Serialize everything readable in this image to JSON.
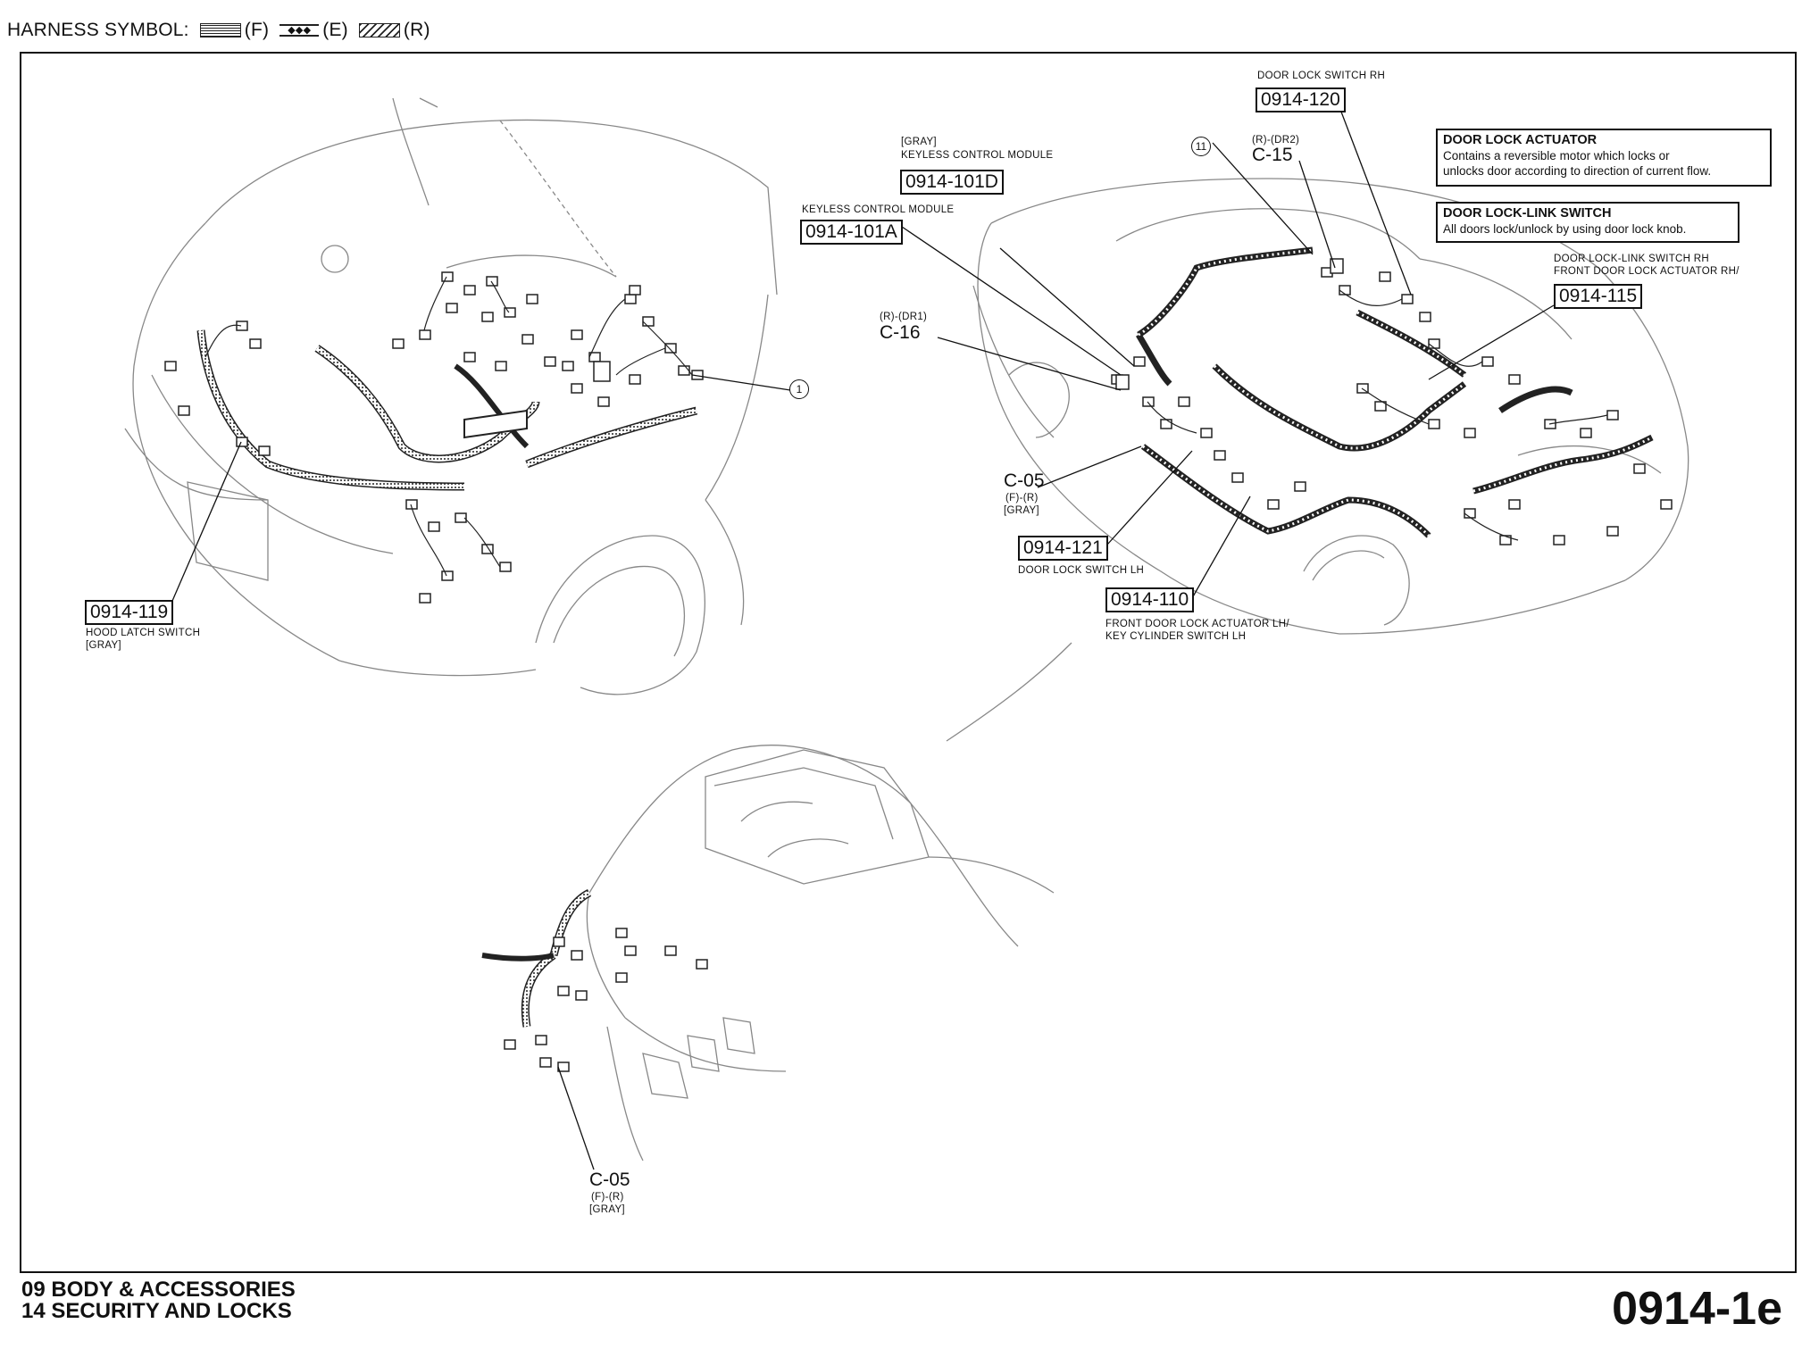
{
  "legend": {
    "label": "HARNESS SYMBOL:",
    "front": "(F)",
    "engine": "(E)",
    "rear": "(R)"
  },
  "callouts": {
    "hood_latch": {
      "ref": "0914-119",
      "name": "HOOD LATCH SWITCH",
      "color": "[GRAY]"
    },
    "keyless_a": {
      "ref": "0914-101A",
      "name": "KEYLESS CONTROL MODULE"
    },
    "keyless_d": {
      "ref": "0914-101D",
      "name": "KEYLESS CONTROL MODULE",
      "color": "[GRAY]"
    },
    "door_switch_rh": {
      "ref": "0914-120",
      "name": "DOOR LOCK SWITCH RH"
    },
    "door_switch_lh": {
      "ref": "0914-121",
      "name": "DOOR LOCK SWITCH LH"
    },
    "actuator_rh": {
      "ref": "0914-115",
      "line1": "DOOR LOCK-LINK SWITCH RH",
      "line2": "FRONT DOOR LOCK ACTUATOR RH/"
    },
    "actuator_lh": {
      "ref": "0914-110",
      "line1": "FRONT DOOR LOCK ACTUATOR LH/",
      "line2": "KEY CYLINDER SWITCH LH"
    }
  },
  "connectors": {
    "c16": {
      "code": "(R)-(DR1)",
      "name": "C-16"
    },
    "c15": {
      "code": "(R)-(DR2)",
      "name": "C-15"
    },
    "c05_top": {
      "name": "C-05",
      "code": "(F)-(R)",
      "color": "[GRAY]"
    },
    "c05_bottom": {
      "name": "C-05",
      "code": "(F)-(R)",
      "color": "[GRAY]"
    }
  },
  "markers": {
    "one": "1",
    "eleven": "11"
  },
  "notes": {
    "actuator": {
      "title": "DOOR LOCK ACTUATOR",
      "line1": "Contains a reversible motor which locks or",
      "line2": "unlocks door according to direction of current flow."
    },
    "link_switch": {
      "title": "DOOR LOCK-LINK SWITCH",
      "line1": "All doors lock/unlock by using door lock knob."
    }
  },
  "footer": {
    "line1": "09  BODY & ACCESSORIES",
    "line2": "14  SECURITY AND LOCKS",
    "page": "0914-1e"
  }
}
